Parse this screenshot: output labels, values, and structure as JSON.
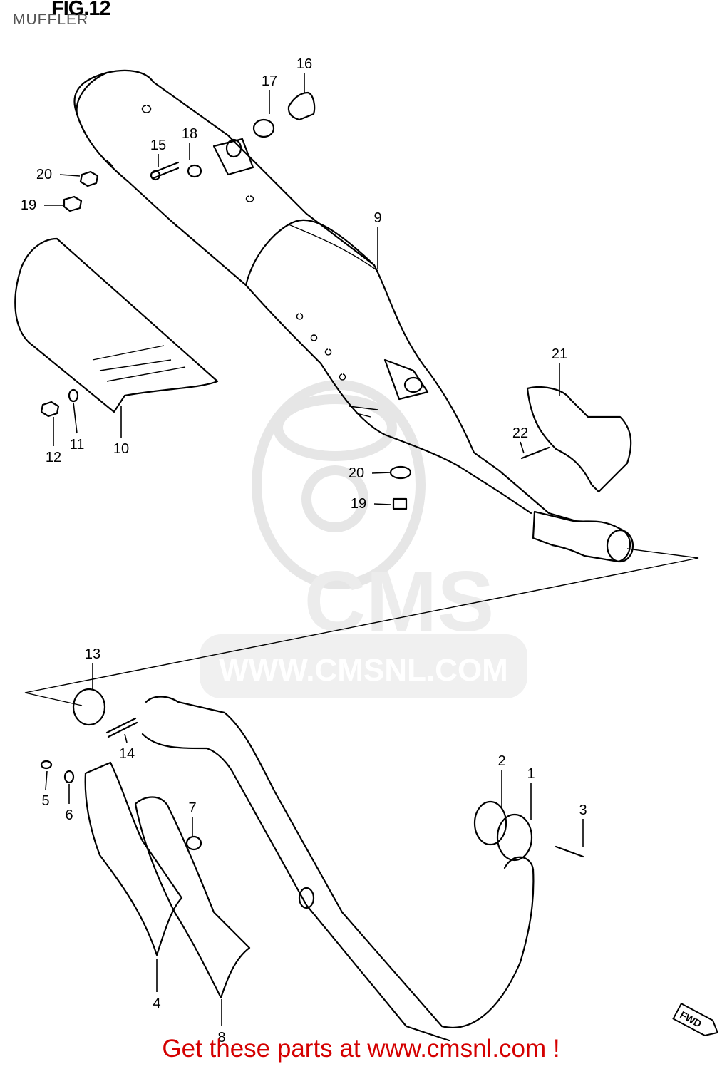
{
  "figure": {
    "title": "FIG.12",
    "subtitle": "MUFFLER"
  },
  "watermark": {
    "logo_text": "CMS",
    "url_text": "WWW.CMSNL.COM"
  },
  "badge": {
    "fwd_label": "FWD"
  },
  "footer": {
    "cta_text": "Get these parts at www.cmsnl.com !",
    "cta_color": "#d40000"
  },
  "callouts": [
    {
      "id": "c16",
      "label": "16"
    },
    {
      "id": "c17",
      "label": "17"
    },
    {
      "id": "c18",
      "label": "18"
    },
    {
      "id": "c15",
      "label": "15"
    },
    {
      "id": "c20a",
      "label": "20"
    },
    {
      "id": "c19a",
      "label": "19"
    },
    {
      "id": "c9",
      "label": "9"
    },
    {
      "id": "c21",
      "label": "21"
    },
    {
      "id": "c22",
      "label": "22"
    },
    {
      "id": "c12",
      "label": "12"
    },
    {
      "id": "c11",
      "label": "11"
    },
    {
      "id": "c10",
      "label": "10"
    },
    {
      "id": "c20b",
      "label": "20"
    },
    {
      "id": "c19b",
      "label": "19"
    },
    {
      "id": "c13",
      "label": "13"
    },
    {
      "id": "c14",
      "label": "14"
    },
    {
      "id": "c2",
      "label": "2"
    },
    {
      "id": "c1",
      "label": "1"
    },
    {
      "id": "c3",
      "label": "3"
    },
    {
      "id": "c5",
      "label": "5"
    },
    {
      "id": "c6",
      "label": "6"
    },
    {
      "id": "c7",
      "label": "7"
    },
    {
      "id": "c4",
      "label": "4"
    },
    {
      "id": "c8",
      "label": "8"
    }
  ]
}
